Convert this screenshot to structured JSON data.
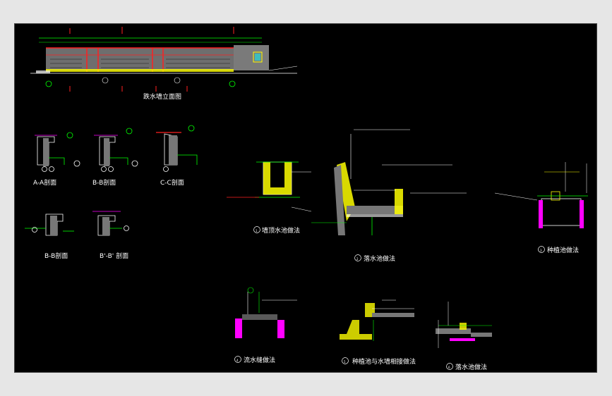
{
  "drawing": {
    "elevation_title": "跌水墙立面图",
    "sections": {
      "aa": "A-A剖面",
      "bb": "B-B剖面",
      "cc": "C-C剖面",
      "bb2": "B-B剖面",
      "bbprime": "B'-B' 剖面"
    },
    "details": {
      "d1": "墙顶水池做法",
      "d2": "落水池做法",
      "d3": "种植池做法",
      "d4": "流水缝做法",
      "d5": "种植池与水墙相接做法",
      "d6": "落水池做法"
    },
    "detail_numbers": {
      "d1": "1",
      "d2": "2",
      "d3": "3",
      "d4": "4",
      "d5": "5",
      "d6": "6"
    }
  },
  "colors": {
    "background": "#000000",
    "frame": "#e6e6e6",
    "annotation": "#ffffff",
    "dimension": "#00ff00",
    "wall_red": "#ff2020",
    "magenta": "#ff00ff",
    "yellow": "#ffff00",
    "gray_fill": "#777777"
  }
}
